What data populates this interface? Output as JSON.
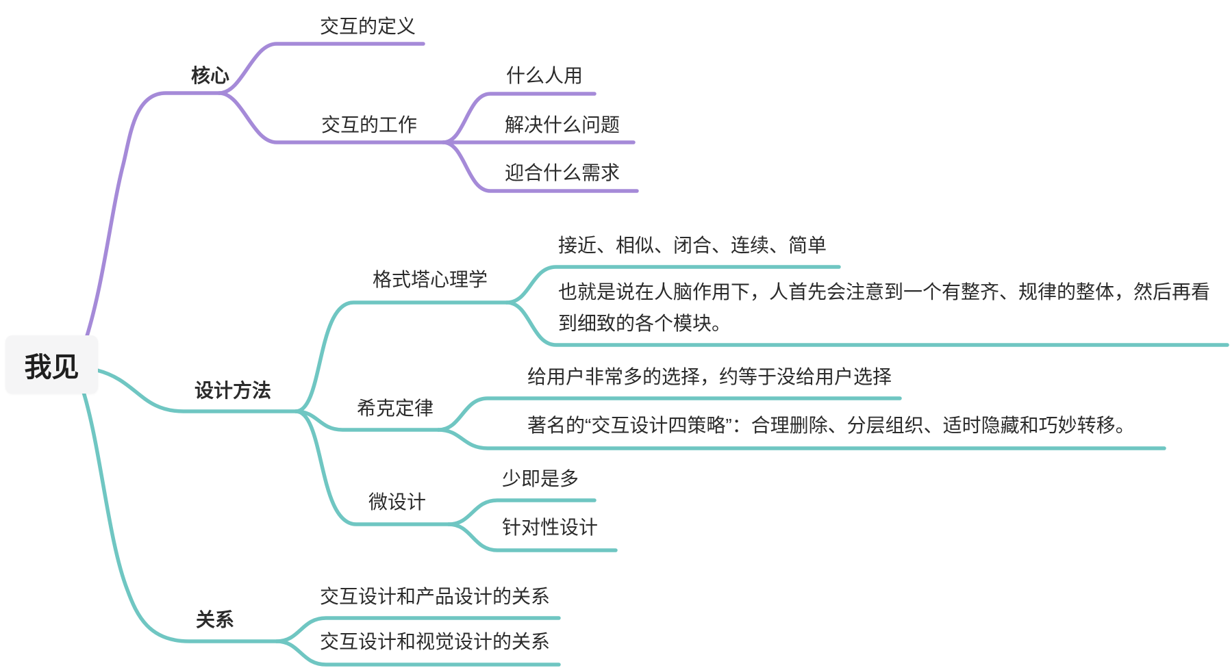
{
  "mindmap": {
    "colors": {
      "purple": "#A58AD8",
      "teal": "#6FC6C2",
      "text": "#2B2B2B",
      "root_bg": "#F5F5F6"
    },
    "root": {
      "label": "我见"
    },
    "branches": [
      {
        "label": "核心",
        "color": "#A58AD8",
        "children": [
          {
            "label": "交互的定义"
          },
          {
            "label": "交互的工作",
            "children": [
              {
                "label": "什么人用"
              },
              {
                "label": "解决什么问题"
              },
              {
                "label": "迎合什么需求"
              }
            ]
          }
        ]
      },
      {
        "label": "设计方法",
        "color": "#6FC6C2",
        "children": [
          {
            "label": "格式塔心理学",
            "children": [
              {
                "label": "接近、相似、闭合、连续、简单"
              },
              {
                "label": "也就是说在人脑作用下，人首先会注意到一个有整齐、规律的整体，然后再看到细致的各个模块。"
              }
            ]
          },
          {
            "label": "希克定律",
            "children": [
              {
                "label": "给用户非常多的选择，约等于没给用户选择"
              },
              {
                "label": "著名的“交互设计四策略”：合理删除、分层组织、适时隐藏和巧妙转移。"
              }
            ]
          },
          {
            "label": "微设计",
            "children": [
              {
                "label": "少即是多"
              },
              {
                "label": "针对性设计"
              }
            ]
          }
        ]
      },
      {
        "label": "关系",
        "color": "#6FC6C2",
        "children": [
          {
            "label": "交互设计和产品设计的关系"
          },
          {
            "label": "交互设计和视觉设计的关系"
          }
        ]
      }
    ]
  }
}
